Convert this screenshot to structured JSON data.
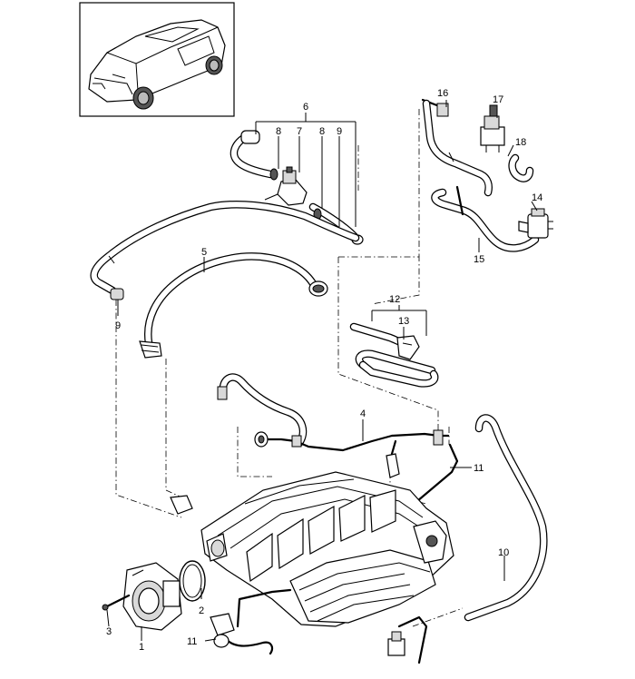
{
  "diagram": {
    "callouts": [
      {
        "id": "c1",
        "text": "1"
      },
      {
        "id": "c2",
        "text": "2"
      },
      {
        "id": "c3",
        "text": "3"
      },
      {
        "id": "c4",
        "text": "4"
      },
      {
        "id": "c5",
        "text": "5"
      },
      {
        "id": "c6",
        "text": "6"
      },
      {
        "id": "c7",
        "text": "7"
      },
      {
        "id": "c8a",
        "text": "8"
      },
      {
        "id": "c8b",
        "text": "8"
      },
      {
        "id": "c9a",
        "text": "9"
      },
      {
        "id": "c9b",
        "text": "9"
      },
      {
        "id": "c10",
        "text": "10"
      },
      {
        "id": "c11a",
        "text": "11"
      },
      {
        "id": "c11b",
        "text": "11"
      },
      {
        "id": "c12",
        "text": "12"
      },
      {
        "id": "c13",
        "text": "13"
      },
      {
        "id": "c14",
        "text": "14"
      },
      {
        "id": "c15",
        "text": "15"
      },
      {
        "id": "c16",
        "text": "16"
      },
      {
        "id": "c17",
        "text": "17"
      },
      {
        "id": "c18",
        "text": "18"
      }
    ]
  }
}
